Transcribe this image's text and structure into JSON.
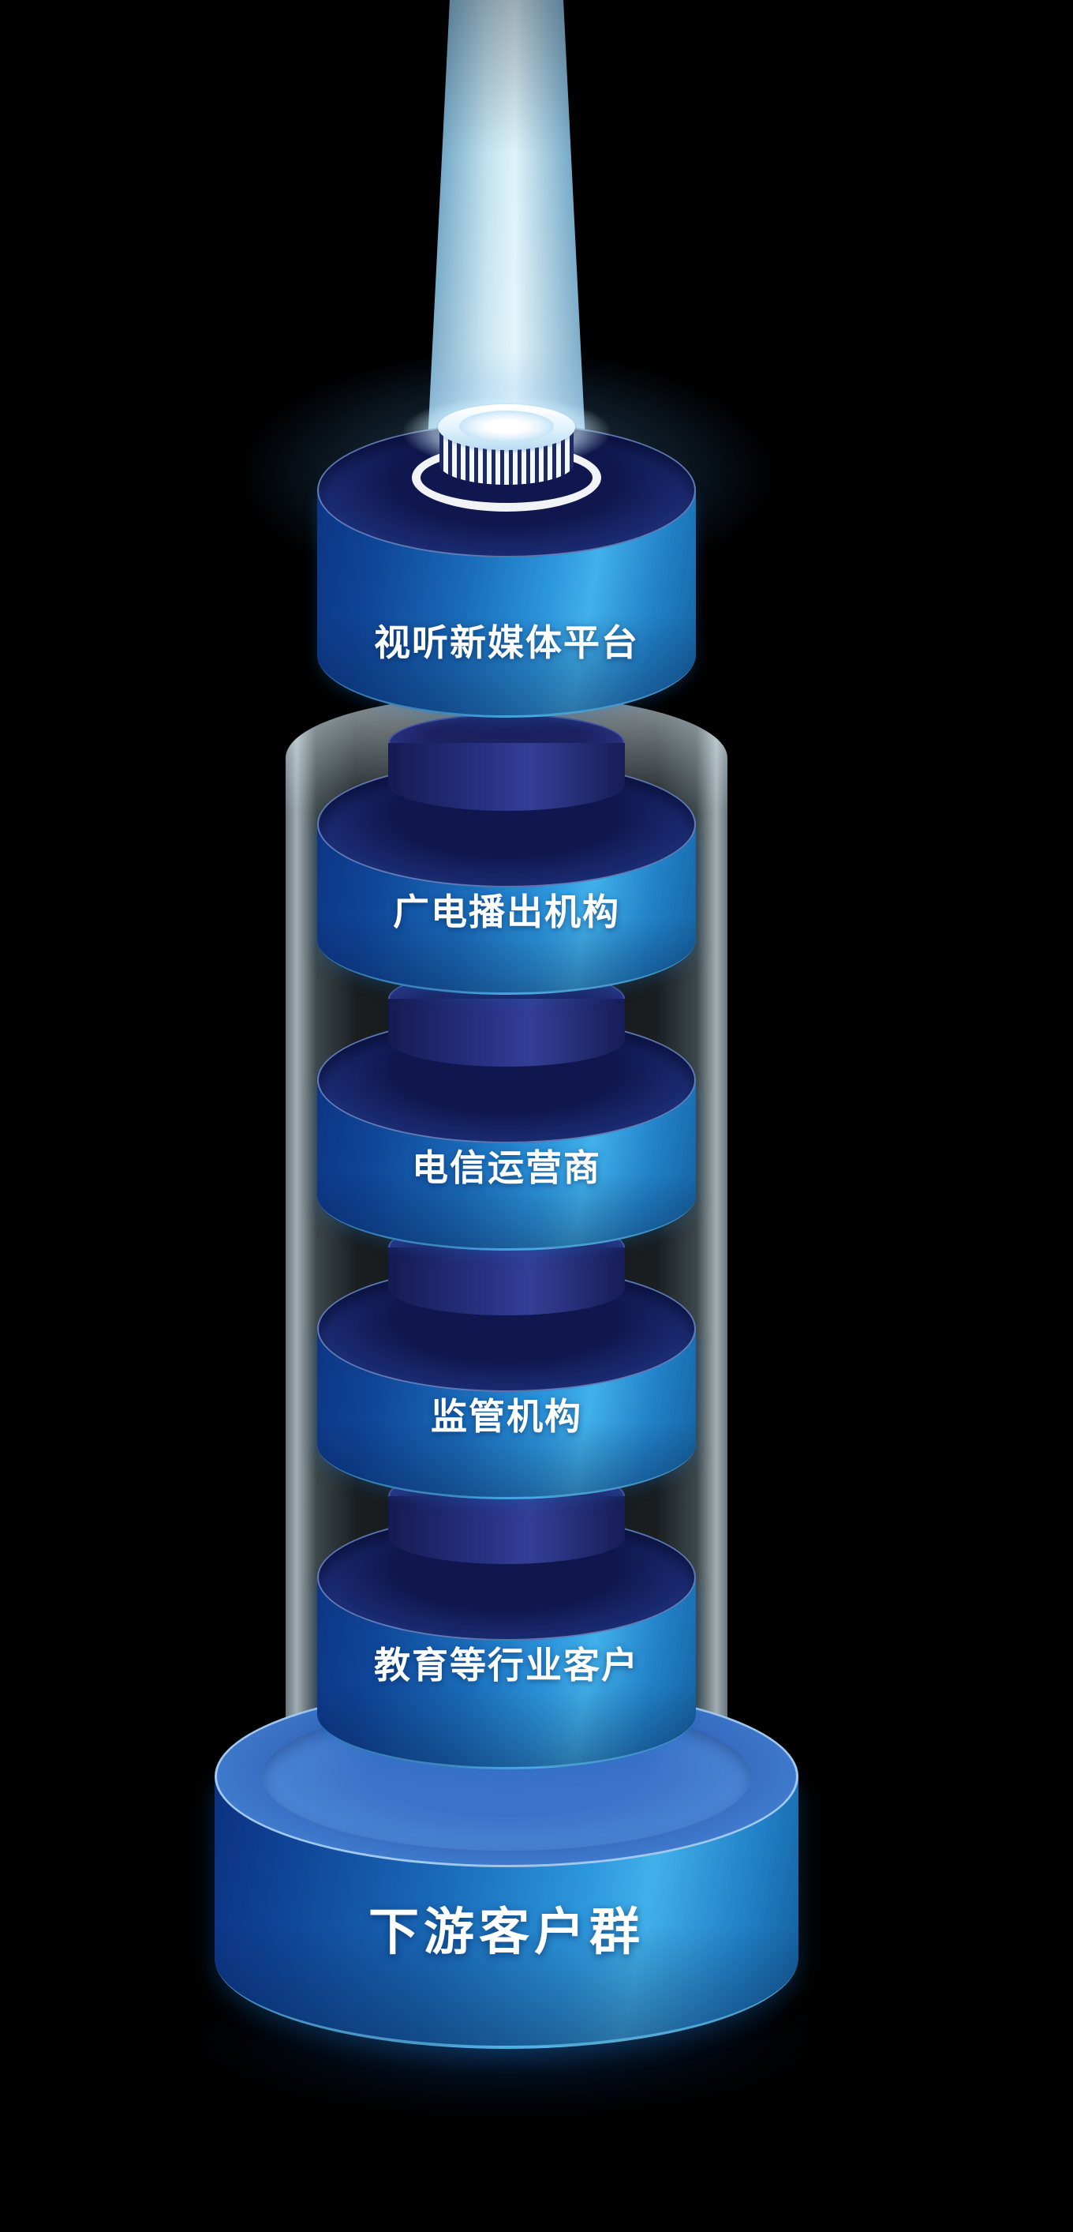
{
  "diagram": {
    "levels": [
      {
        "label": "视听新媒体平台"
      },
      {
        "label": "广电播出机构"
      },
      {
        "label": "电信运营商"
      },
      {
        "label": "监管机构"
      },
      {
        "label": "教育等行业客户"
      }
    ],
    "base": {
      "label": "下游客户群"
    },
    "colors": {
      "background": "#000000",
      "cylinder_dark": "#0e3584",
      "cylinder_bright": "#41b0ea",
      "top_face_dark": "#10174e",
      "glass": "#bfe4f5",
      "beam": "#cdeefc",
      "text": "#ffffff"
    }
  }
}
